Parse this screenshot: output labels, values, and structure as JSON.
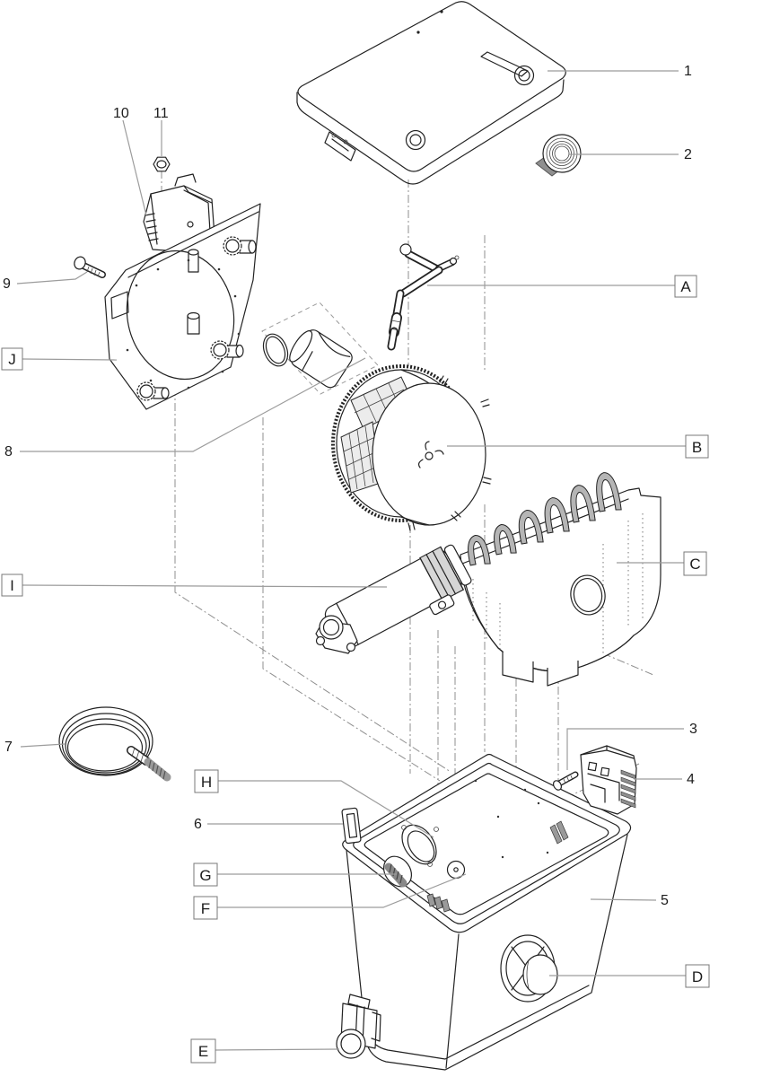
{
  "diagram": {
    "kind": "exploded parts diagram",
    "background": "#ffffff"
  },
  "colors": {
    "line": "#222222",
    "leader": "#9c9c9c",
    "construction": "#8f8f8f",
    "gray_fill": "#b5b5b5",
    "light_fill": "#ececec",
    "label_text": "#1c1c1c",
    "label_box_border": "#787878"
  },
  "callouts": {
    "1": {
      "text": "1",
      "boxed": false,
      "part": "lid"
    },
    "2": {
      "text": "2",
      "boxed": false,
      "part": "tape-roll"
    },
    "3": {
      "text": "3",
      "boxed": false,
      "part": "screw-small"
    },
    "4": {
      "text": "4",
      "boxed": false,
      "part": "vented-cover"
    },
    "5": {
      "text": "5",
      "boxed": false,
      "part": "container"
    },
    "6": {
      "text": "6",
      "boxed": false,
      "part": "clip"
    },
    "7": {
      "text": "7",
      "boxed": false,
      "part": "hose-coil"
    },
    "8": {
      "text": "8",
      "boxed": false,
      "part": "elbow-fitting"
    },
    "9": {
      "text": "9",
      "boxed": false,
      "part": "screw"
    },
    "10": {
      "text": "10",
      "boxed": false,
      "part": "control-unit"
    },
    "11": {
      "text": "11",
      "boxed": false,
      "part": "nut"
    },
    "A": {
      "text": "A",
      "boxed": true,
      "part": "inlet-pipe"
    },
    "B": {
      "text": "B",
      "boxed": true,
      "part": "filter-drum"
    },
    "C": {
      "text": "C",
      "boxed": true,
      "part": "foam-rack"
    },
    "D": {
      "text": "D",
      "boxed": true,
      "part": "outlet"
    },
    "E": {
      "text": "E",
      "boxed": true,
      "part": "drain-valve"
    },
    "F": {
      "text": "F",
      "boxed": true,
      "part": "cover-disc"
    },
    "G": {
      "text": "G",
      "boxed": true,
      "part": "grommet-elbow"
    },
    "H": {
      "text": "H",
      "boxed": true,
      "part": "top-opening"
    },
    "I": {
      "text": "I",
      "boxed": true,
      "part": "uvc-unit"
    },
    "J": {
      "text": "J",
      "boxed": true,
      "part": "mounting-panel"
    }
  }
}
